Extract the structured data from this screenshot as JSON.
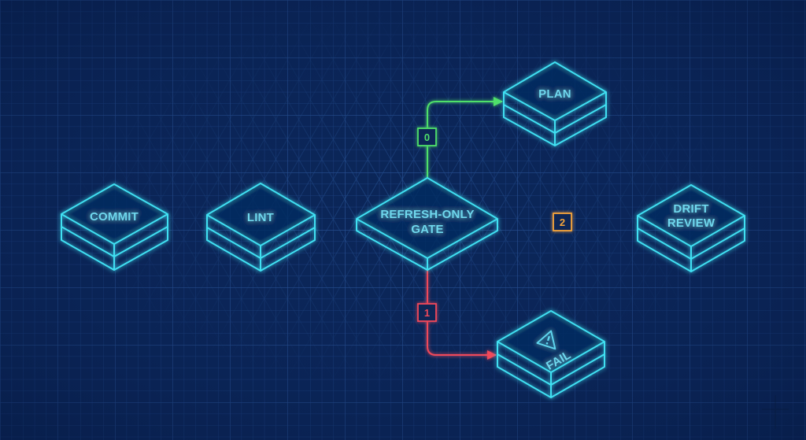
{
  "diagram": {
    "theme": {
      "background": "#0b2557",
      "grid_minor": "#1f4584",
      "grid_major": "#2a5599",
      "node_stroke": "#3fe0f2",
      "node_text": "#6fd9ee",
      "flow_arrow": "#3fd0ea",
      "branch_0_color": "#4fe06a",
      "branch_1_color": "#f0485a",
      "branch_2_color": "#f5a53a"
    },
    "nodes": [
      {
        "id": "commit",
        "label_lines": [
          "COMMIT"
        ]
      },
      {
        "id": "lint",
        "label_lines": [
          "LINT"
        ]
      },
      {
        "id": "gate",
        "label_lines": [
          "REFRESH-ONLY",
          "GATE"
        ]
      },
      {
        "id": "plan",
        "label_lines": [
          "PLAN"
        ]
      },
      {
        "id": "drift",
        "label_lines": [
          "DRIFT",
          "REVIEW"
        ]
      },
      {
        "id": "fail",
        "label_lines": [
          "FAIL"
        ],
        "icon": "warning-triangle-icon"
      }
    ],
    "edges": [
      {
        "from": "commit",
        "to": "lint",
        "label": ""
      },
      {
        "from": "lint",
        "to": "gate",
        "label": ""
      },
      {
        "from": "gate",
        "to": "plan",
        "label": "0",
        "color": "#4fe06a"
      },
      {
        "from": "gate",
        "to": "fail",
        "label": "1",
        "color": "#f0485a"
      },
      {
        "from": "gate",
        "to": "drift",
        "label": "2",
        "color": "#f5a53a"
      }
    ]
  }
}
